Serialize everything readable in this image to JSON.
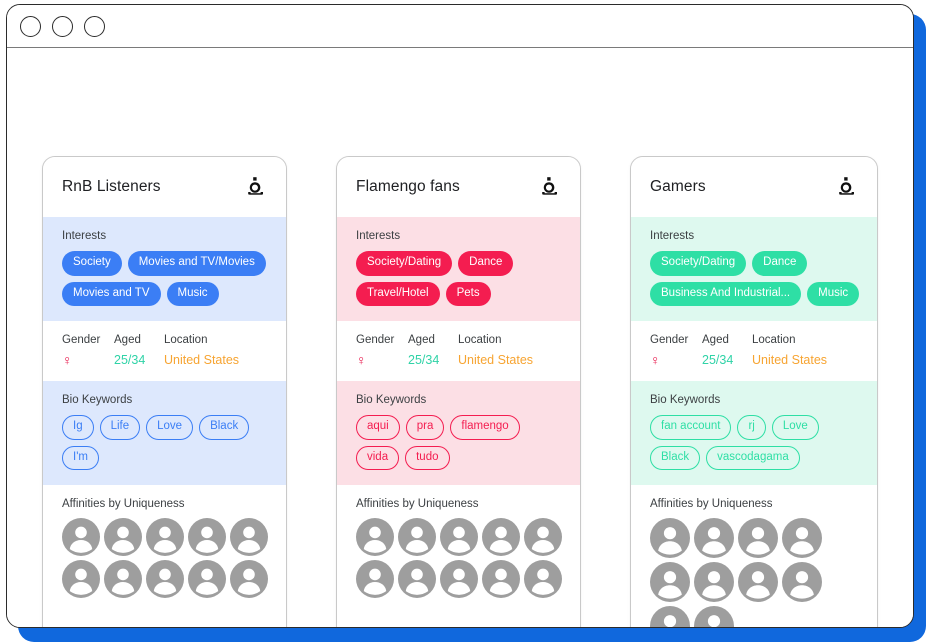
{
  "window": {
    "traffic_lights": [
      "close",
      "minimize",
      "maximize"
    ]
  },
  "cards": [
    {
      "title": "RnB Listeners",
      "logo_icon": "audiense-a-logo-icon",
      "accent": "#3b7ef5",
      "tint": "#dde8fd",
      "interests_label": "Interests",
      "interests": [
        "Society",
        "Movies and TV/Movies",
        "Movies and TV",
        "Music"
      ],
      "demographics": {
        "gender_label": "Gender",
        "gender_value": "♀",
        "gender_color": "#e8174b",
        "age_label": "Aged",
        "age_value": "25/34",
        "age_color": "#2fd3a7",
        "location_label": "Location",
        "location_value": "United States",
        "location_color": "#f7a431"
      },
      "bio_label": "Bio Keywords",
      "bio_keywords": [
        "Ig",
        "Life",
        "Love",
        "Black",
        "I'm"
      ],
      "affinities_label": "Affinities by Uniqueness",
      "affinity_count": 10,
      "avatar_icon": "user-avatar-icon"
    },
    {
      "title": "Flamengo fans",
      "logo_icon": "audiense-a-logo-icon",
      "accent": "#f41d50",
      "tint": "#fcdfe5",
      "interests_label": "Interests",
      "interests": [
        "Society/Dating",
        "Dance",
        "Travel/Hotel",
        "Pets"
      ],
      "demographics": {
        "gender_label": "Gender",
        "gender_value": "♀",
        "gender_color": "#e8174b",
        "age_label": "Aged",
        "age_value": "25/34",
        "age_color": "#2fd3a7",
        "location_label": "Location",
        "location_value": "United States",
        "location_color": "#f7a431"
      },
      "bio_label": "Bio Keywords",
      "bio_keywords": [
        "aqui",
        "pra",
        "flamengo",
        "vida",
        "tudo"
      ],
      "affinities_label": "Affinities by Uniqueness",
      "affinity_count": 10,
      "avatar_icon": "user-avatar-icon"
    },
    {
      "title": "Gamers",
      "logo_icon": "audiense-a-logo-icon",
      "accent": "#2edfa5",
      "tint": "#def9ef",
      "interests_label": "Interests",
      "interests": [
        "Society/Dating",
        "Dance",
        "Business And Industrial...",
        "Music"
      ],
      "demographics": {
        "gender_label": "Gender",
        "gender_value": "♀",
        "gender_color": "#e8174b",
        "age_label": "Aged",
        "age_value": "25/34",
        "age_color": "#2fd3a7",
        "location_label": "Location",
        "location_value": "United States",
        "location_color": "#f7a431"
      },
      "bio_label": "Bio Keywords",
      "bio_keywords": [
        "fan account",
        "rj",
        "Love",
        "Black",
        "vascodagama"
      ],
      "affinities_label": "Affinities by Uniqueness",
      "affinity_count": 10,
      "avatar_icon": "user-avatar-icon"
    }
  ],
  "colors": {
    "frame_blue": "#1068dd",
    "avatar_grey": "#9e9e9e"
  }
}
